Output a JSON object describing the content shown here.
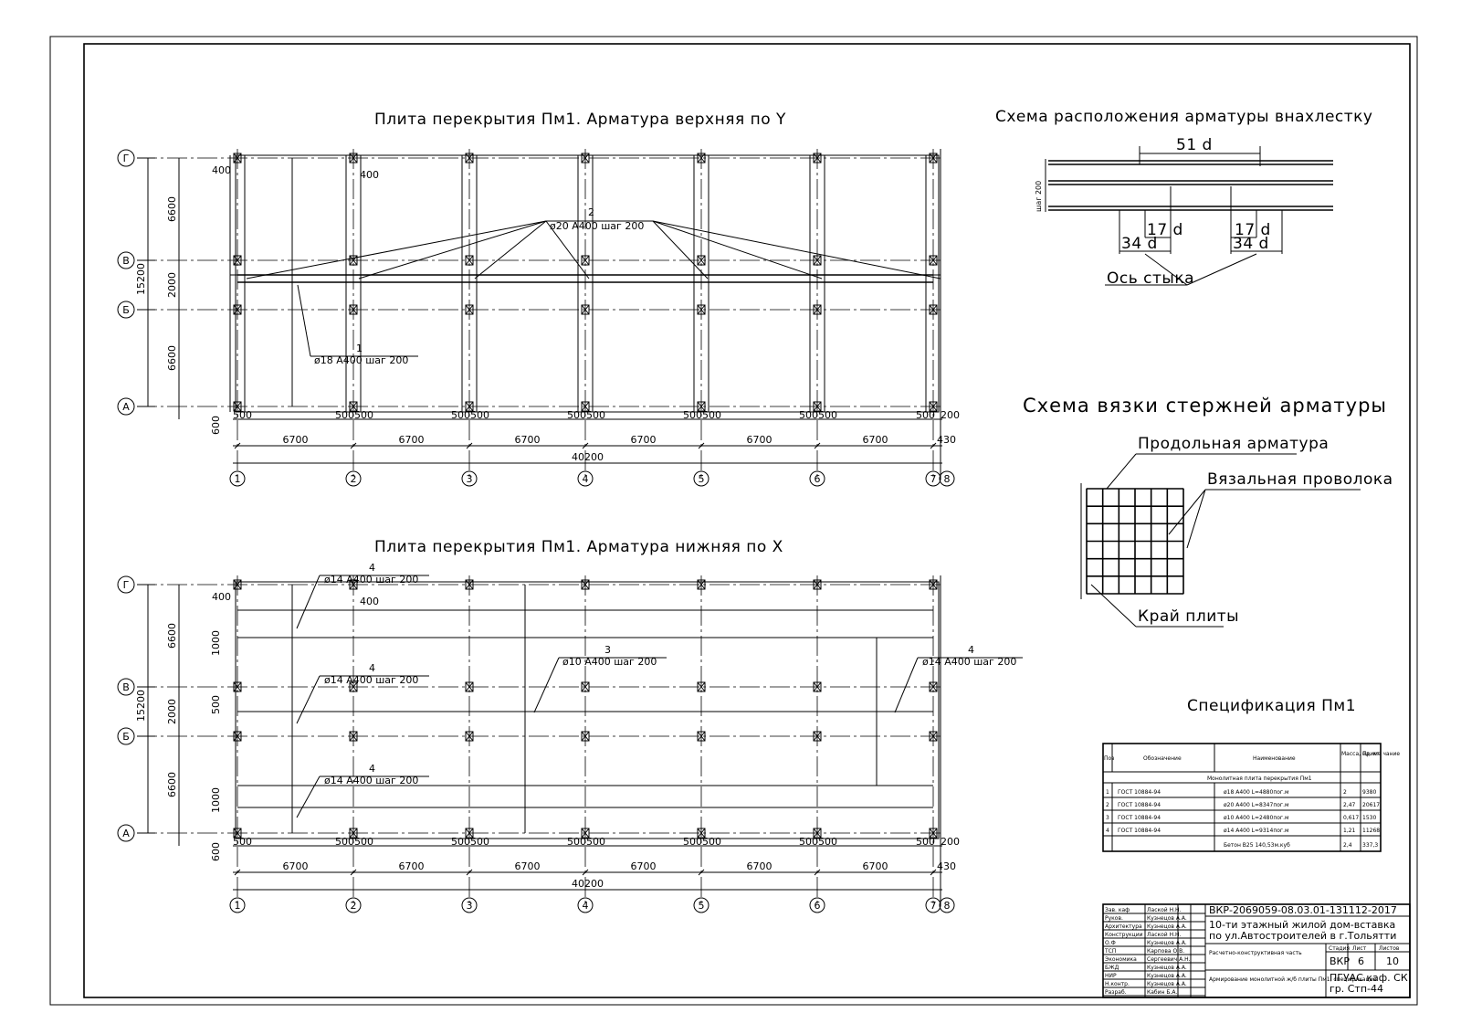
{
  "titles": {
    "top_plan": "Плита перекрытия Пм1. Арматура верхняя по Y",
    "bottom_plan": "Плита перекрытия Пм1. Арматура нижняя по X",
    "lap_scheme": "Схема расположения арматуры внахлестку",
    "tie_scheme": "Схема вязки стержней арматуры",
    "spec": "Спецификация Пм1"
  },
  "grid": {
    "rows": [
      "Г",
      "В",
      "Б",
      "А"
    ],
    "cols": [
      "1",
      "2",
      "3",
      "4",
      "5",
      "6",
      "7",
      "8"
    ],
    "row_dims": [
      "6600",
      "2000",
      "6600"
    ],
    "total_y": "15200",
    "col_dims": [
      "6700",
      "6700",
      "6700",
      "6700",
      "6700",
      "6700"
    ],
    "total_x": "40200",
    "d400": "400",
    "d500": "500",
    "d500500": "500500",
    "d600": "600",
    "d200": "200",
    "d430": "430",
    "d1000": "1000"
  },
  "top_plan": {
    "callout2_num": "2",
    "callout2": "ø20  А400  шаг 200",
    "callout1_num": "1",
    "callout1": "ø18  А400  шаг 200"
  },
  "bottom_plan": {
    "c4_num": "4",
    "c4": "ø14  А400  шаг 200",
    "c3_num": "3",
    "c3": "ø10  А400  шаг 200"
  },
  "lap": {
    "d51": "51  d",
    "d17": "17  d",
    "d34": "34  d",
    "step": "шаг 200",
    "axis_label": "Ось стыка"
  },
  "tie": {
    "long": "Продольная арматура",
    "wire": "Вязальная проволока",
    "edge": "Край плиты"
  },
  "spec": {
    "headers": [
      "Поз",
      "Обозначение",
      "Наименование",
      "Масса, ед. кг",
      "Приме чание"
    ],
    "section": "Монолитная плита перекрытия Пм1",
    "rows": [
      [
        "1",
        "ГОСТ 10884-94",
        "ø18  А400  L=4880пог.м",
        "2",
        "9380"
      ],
      [
        "2",
        "ГОСТ 10884-94",
        "ø20  А400  L=8347пог.м",
        "2,47",
        "20617"
      ],
      [
        "3",
        "ГОСТ 10884-94",
        "ø10  А400  L=2480пог.м",
        "0,617",
        "1530"
      ],
      [
        "4",
        "ГОСТ 10884-94",
        "ø14  А400  L=9314пог.м",
        "1,21",
        "11268"
      ],
      [
        "",
        "",
        "Бетон  В25  140,53м.куб",
        "2,4",
        "337,3"
      ]
    ]
  },
  "stamp": {
    "code": "ВКР-2069059-08.03.01-131112-2017",
    "project1": "10-ти этажный жилой дом-вставка",
    "project2": "по ул.Автостроителей в г.Тольятти",
    "section": "Расчетно-конструктивная часть",
    "sheet_title": "Армирование монолитной ж/б плиты Пм1, спецификация",
    "stage_h": "Стадия",
    "sheet_h": "Лист",
    "sheets_h": "Листов",
    "stage": "ВКР",
    "sheet": "6",
    "sheets": "10",
    "org1": "ПГУАС каф. СК",
    "org2": "гр. Стп-44",
    "people": [
      [
        "Зав. каф",
        "Лаской Н.Н."
      ],
      [
        "Руков.",
        "Кузнецов А.А."
      ],
      [
        "Архитектура",
        "Кузнецов А.А."
      ],
      [
        "Конструкции",
        "Лаской Н.Н."
      ],
      [
        "О.Ф",
        "Кузнецов А.А."
      ],
      [
        "ТСП",
        "Карпова О.В."
      ],
      [
        "Экономика",
        "Сергеевич А.Н."
      ],
      [
        "БЖД",
        "Кузнецов А.А."
      ],
      [
        "НИР",
        "Кузнецов А.А."
      ],
      [
        "Н.контр.",
        "Кузнецов А.А."
      ],
      [
        "Разраб.",
        "Кабин Б.А."
      ]
    ]
  }
}
